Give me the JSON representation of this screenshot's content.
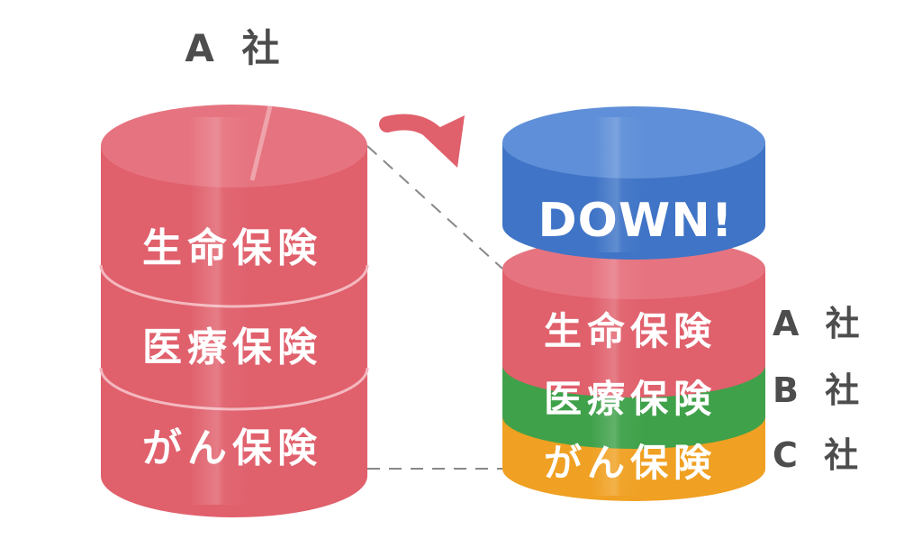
{
  "left_stack": {
    "title": "A 社",
    "segments": [
      {
        "label": "生命保険"
      },
      {
        "label": "医療保険"
      },
      {
        "label": "がん保険"
      }
    ],
    "color": "#e0606c"
  },
  "right_stack": {
    "top_label": "DOWN!",
    "top_color": "#3f74c6",
    "segments": [
      {
        "label": "生命保険",
        "company": "A 社",
        "color": "#e0606c"
      },
      {
        "label": "医療保険",
        "company": "B 社",
        "color": "#3fa14a"
      },
      {
        "label": "がん保険",
        "company": "C 社",
        "color": "#f0a022"
      }
    ]
  },
  "colors": {
    "arrow": "#e0606c",
    "text_dark": "#4d4d4d",
    "guide_line": "#888888"
  }
}
